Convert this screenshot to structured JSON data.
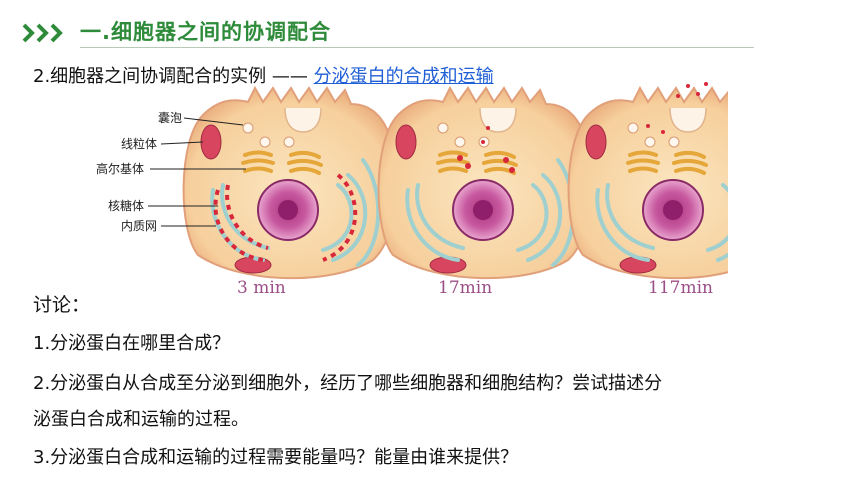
{
  "header": {
    "title": "一.细胞器之间的协调配合"
  },
  "subtitle": {
    "lead": "2.细胞器之间协调配合的实例",
    "dash": "——",
    "link": "分泌蛋白的合成和运输"
  },
  "figure": {
    "labels": [
      "囊泡",
      "线粒体",
      "高尔基体",
      "核糖体",
      "内质网"
    ],
    "times": [
      "3 min",
      "17min",
      "117min"
    ]
  },
  "discussion": {
    "heading": "讨论：",
    "questions": [
      "1.分泌蛋白在哪里合成？",
      "2.分泌蛋白从合成至分泌到细胞外，经历了哪些细胞器和细胞结构？尝试描述分",
      "泌蛋白合成和运输的过程。",
      "3.分泌蛋白合成和运输的过程需要能量吗？能量由谁来提供？"
    ]
  }
}
